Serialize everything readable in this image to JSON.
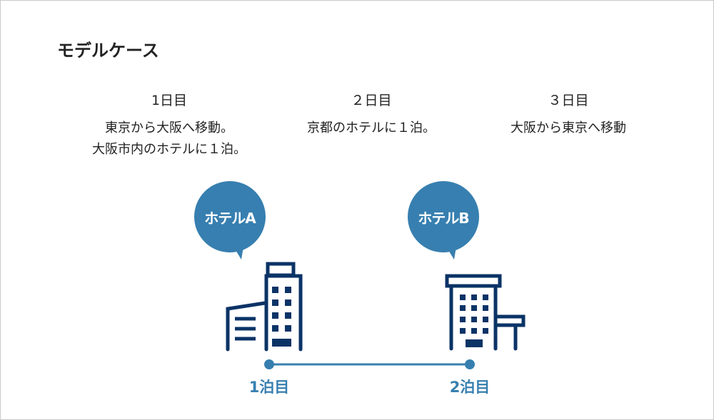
{
  "title": "モデルケース",
  "days": [
    {
      "heading": "1日目",
      "lines": [
        "東京から大阪へ移動。",
        "大阪市内のホテルに１泊。"
      ]
    },
    {
      "heading": "２日目",
      "lines": [
        "京都のホテルに１泊。"
      ]
    },
    {
      "heading": "３日目",
      "lines": [
        "大阪から東京へ移動"
      ]
    }
  ],
  "hotels": [
    {
      "label": "ホテルA",
      "night": "1泊目"
    },
    {
      "label": "ホテルB",
      "night": "2泊目"
    }
  ],
  "colors": {
    "accent": "#377fb0",
    "building": "#0b3366"
  }
}
